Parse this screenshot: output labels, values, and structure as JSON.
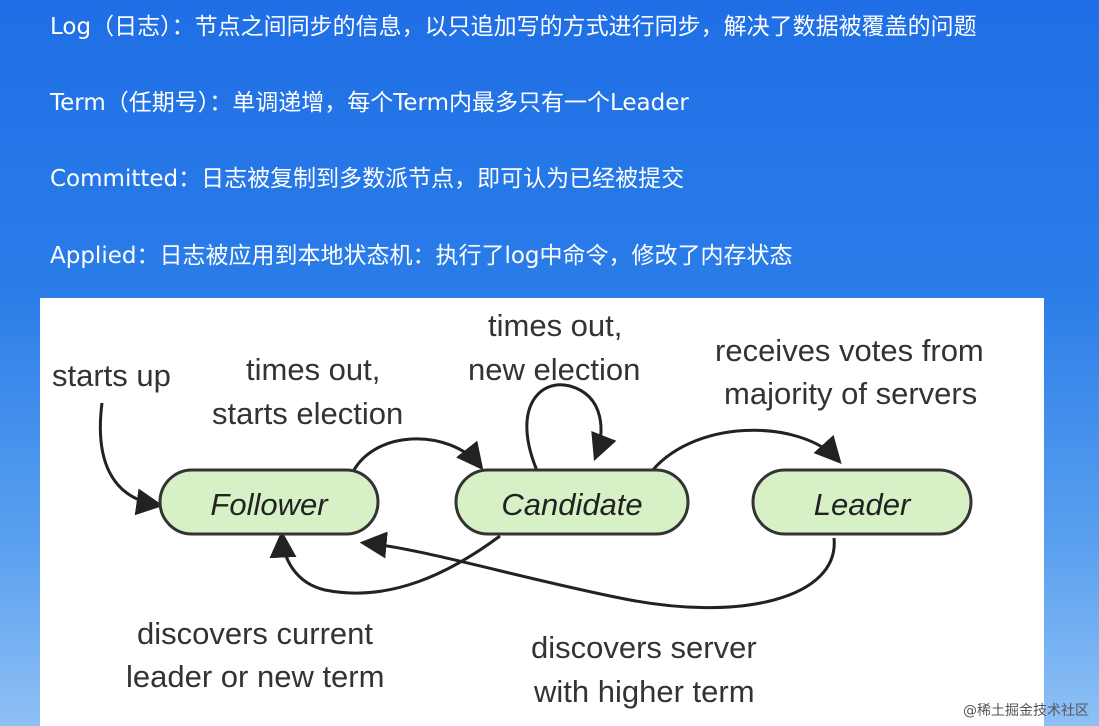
{
  "bullets": [
    "Log（日志）：节点之间同步的信息，以只追加写的方式进行同步，解决了数据被覆盖的问题",
    "Term（任期号）：单调递增，每个Term内最多只有一个Leader",
    "Committed：日志被复制到多数派节点，即可认为已经被提交",
    "Applied：日志被应用到本地状态机：执行了log中命令，修改了内存状态"
  ],
  "diagram": {
    "nodes": {
      "follower": "Follower",
      "candidate": "Candidate",
      "leader": "Leader"
    },
    "labels": {
      "starts_up": "starts up",
      "times_out_1": "times out,",
      "starts_election": "starts election",
      "times_out_2": "times out,",
      "new_election": "new election",
      "receives_votes": "receives votes from",
      "majority": "majority of servers",
      "discovers_current": "discovers current",
      "leader_or_new_term": "leader or new term",
      "discovers_server": "discovers server",
      "with_higher_term": "with higher term"
    },
    "colors": {
      "node_fill": "#d7f0c6",
      "node_stroke": "#333333"
    }
  },
  "watermark": "@稀土掘金技术社区"
}
